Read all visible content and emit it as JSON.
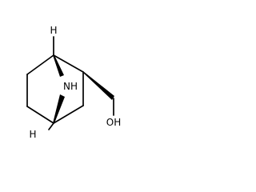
{
  "structure": {
    "atoms": {
      "h_top": "H",
      "nh": "NH",
      "h_bottom": "H",
      "hydroxyl": "OH"
    },
    "bond_color": "#000000",
    "label_color": "#000000",
    "background": "#ffffff"
  }
}
